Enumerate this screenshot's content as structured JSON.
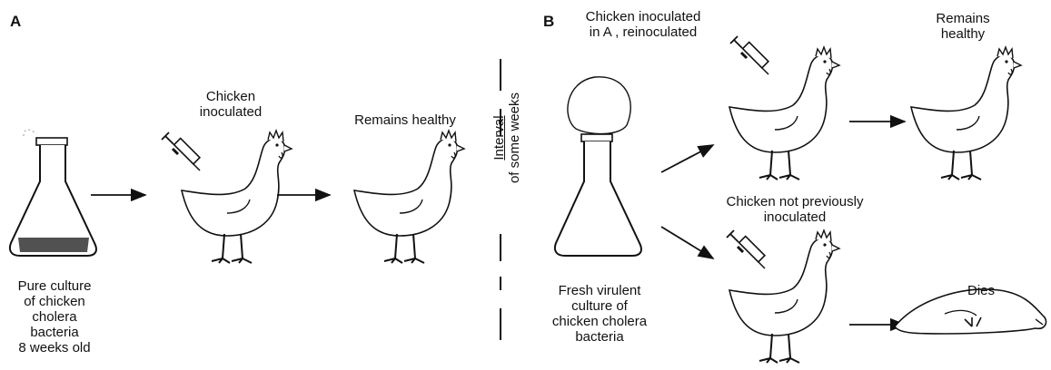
{
  "panel_a": {
    "letter": "A",
    "flask_caption": [
      "Pure culture",
      "of chicken",
      "cholera",
      "bacteria",
      "8 weeks old"
    ],
    "inoculated_caption": [
      "Chicken",
      "inoculated"
    ],
    "outcome_caption": "Remains healthy"
  },
  "panel_b": {
    "letter": "B",
    "interval_line1": "Interval",
    "interval_line2": "of some weeks",
    "flask_caption": [
      "Fresh virulent",
      "culture of",
      "chicken cholera",
      "bacteria"
    ],
    "reinoculated_caption": [
      "Chicken inoculated",
      "in A , reinoculated"
    ],
    "healthy_caption": [
      "Remains",
      "healthy"
    ],
    "not_inoculated_caption": [
      "Chicken not previously",
      "inoculated"
    ],
    "dies_caption": "Dies"
  }
}
